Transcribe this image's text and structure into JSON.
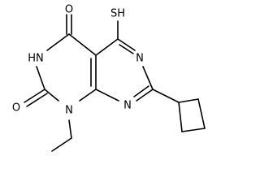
{
  "diagram": {
    "atoms": {
      "o_top": "O",
      "sh": "SH",
      "nh": "HN",
      "n_right_top": "N",
      "o_bottom": "O",
      "n_right_bottom": "N",
      "n_bottom": "N"
    },
    "colors": {
      "stroke": "#000000",
      "background": "#ffffff"
    }
  }
}
